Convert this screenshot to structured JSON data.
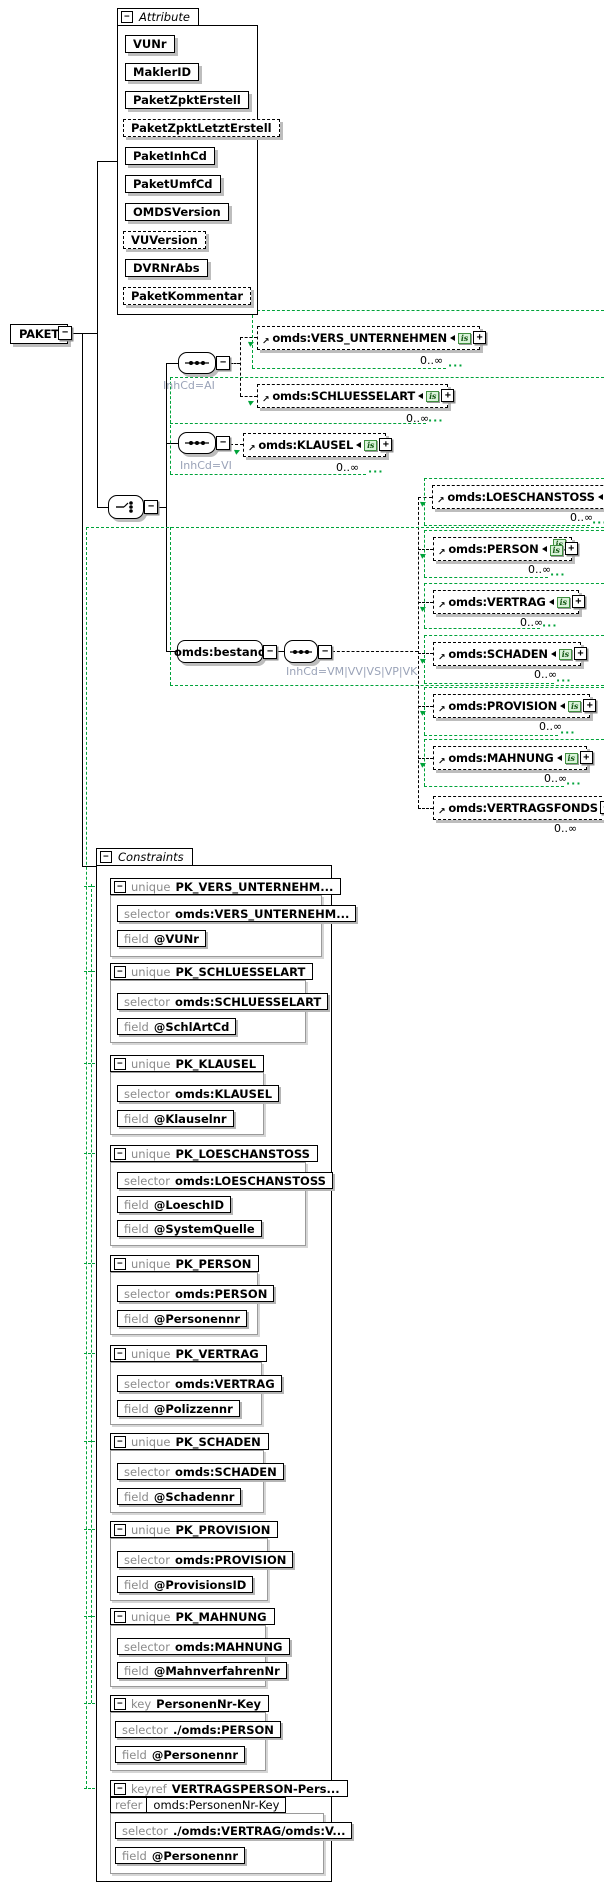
{
  "root": {
    "label": "PAKET"
  },
  "glyphs": {
    "collapse": "−",
    "expand": "+",
    "ref_arrow": "↗",
    "subst_badge": "is",
    "dots": "···",
    "arrow_right": "▶"
  },
  "attributes_panel": {
    "title": "Attribute",
    "items": [
      {
        "label": "VUNr",
        "optional": false
      },
      {
        "label": "MaklerID",
        "optional": false
      },
      {
        "label": "PaketZpktErstell",
        "optional": false
      },
      {
        "label": "PaketZpktLetztErstell",
        "optional": true
      },
      {
        "label": "PaketInhCd",
        "optional": false
      },
      {
        "label": "PaketUmfCd",
        "optional": false
      },
      {
        "label": "OMDSVersion",
        "optional": false
      },
      {
        "label": "VUVersion",
        "optional": true
      },
      {
        "label": "DVRNrAbs",
        "optional": false
      },
      {
        "label": "PaketKommentar",
        "optional": true
      }
    ]
  },
  "conditions": {
    "seq_ai": "InhCd=AI",
    "seq_vi": "InhCd=VI",
    "seq_bestand": "InhCd=VM|VV|VS|VP|VK"
  },
  "bestand": {
    "label": "omds:bestand"
  },
  "ai_group": [
    {
      "name": "omds:VERS_UNTERNEHMEN",
      "occurs": "0..∞"
    },
    {
      "name": "omds:SCHLUESSELART",
      "occurs": "0..∞"
    }
  ],
  "vi_group": [
    {
      "name": "omds:KLAUSEL",
      "occurs": "0..∞"
    }
  ],
  "bestand_group": [
    {
      "name": "omds:LOESCHANSTOSS",
      "occurs": "0..∞"
    },
    {
      "name": "omds:PERSON",
      "occurs": "0..∞"
    },
    {
      "name": "omds:VERTRAG",
      "occurs": "0..∞"
    },
    {
      "name": "omds:SCHADEN",
      "occurs": "0..∞"
    },
    {
      "name": "omds:PROVISION",
      "occurs": "0..∞"
    },
    {
      "name": "omds:MAHNUNG",
      "occurs": "0..∞"
    },
    {
      "name": "omds:VERTRAGSFONDS",
      "occurs": "0..∞"
    }
  ],
  "constraints_panel": {
    "title": "Constraints",
    "items": [
      {
        "kind": "unique",
        "name": "PK_VERS_UNTERNEHM...",
        "rows": [
          {
            "label": "selector",
            "value": "omds:VERS_UNTERNEHM..."
          },
          {
            "label": "field",
            "value": "@VUNr"
          }
        ]
      },
      {
        "kind": "unique",
        "name": "PK_SCHLUESSELART",
        "rows": [
          {
            "label": "selector",
            "value": "omds:SCHLUESSELART"
          },
          {
            "label": "field",
            "value": "@SchlArtCd"
          }
        ]
      },
      {
        "kind": "unique",
        "name": "PK_KLAUSEL",
        "rows": [
          {
            "label": "selector",
            "value": "omds:KLAUSEL"
          },
          {
            "label": "field",
            "value": "@Klauselnr"
          }
        ]
      },
      {
        "kind": "unique",
        "name": "PK_LOESCHANSTOSS",
        "rows": [
          {
            "label": "selector",
            "value": "omds:LOESCHANSTOSS"
          },
          {
            "label": "field",
            "value": "@LoeschID"
          },
          {
            "label": "field",
            "value": "@SystemQuelle"
          }
        ]
      },
      {
        "kind": "unique",
        "name": "PK_PERSON",
        "rows": [
          {
            "label": "selector",
            "value": "omds:PERSON"
          },
          {
            "label": "field",
            "value": "@Personennr"
          }
        ]
      },
      {
        "kind": "unique",
        "name": "PK_VERTRAG",
        "rows": [
          {
            "label": "selector",
            "value": "omds:VERTRAG"
          },
          {
            "label": "field",
            "value": "@Polizzennr"
          }
        ]
      },
      {
        "kind": "unique",
        "name": "PK_SCHADEN",
        "rows": [
          {
            "label": "selector",
            "value": "omds:SCHADEN"
          },
          {
            "label": "field",
            "value": "@Schadennr"
          }
        ]
      },
      {
        "kind": "unique",
        "name": "PK_PROVISION",
        "rows": [
          {
            "label": "selector",
            "value": "omds:PROVISION"
          },
          {
            "label": "field",
            "value": "@ProvisionsID"
          }
        ]
      },
      {
        "kind": "unique",
        "name": "PK_MAHNUNG",
        "rows": [
          {
            "label": "selector",
            "value": "omds:MAHNUNG"
          },
          {
            "label": "field",
            "value": "@MahnverfahrenNr"
          }
        ]
      },
      {
        "kind": "key",
        "name": "PersonenNr-Key",
        "rows": [
          {
            "label": "selector",
            "value": "./omds:PERSON"
          },
          {
            "label": "field",
            "value": "@Personennr"
          }
        ]
      },
      {
        "kind": "keyref",
        "name": "VERTRAGSPERSON-Pers...",
        "refer": {
          "label": "refer",
          "value": "omds:PersonenNr-Key"
        },
        "rows": [
          {
            "label": "selector",
            "value": "./omds:VERTRAG/omds:V..."
          },
          {
            "label": "field",
            "value": "@Personennr"
          }
        ]
      }
    ]
  },
  "colors": {
    "green": "#00a33a",
    "label_gray": "#8a8a8a",
    "condition_gray": "#9aa3b8"
  }
}
